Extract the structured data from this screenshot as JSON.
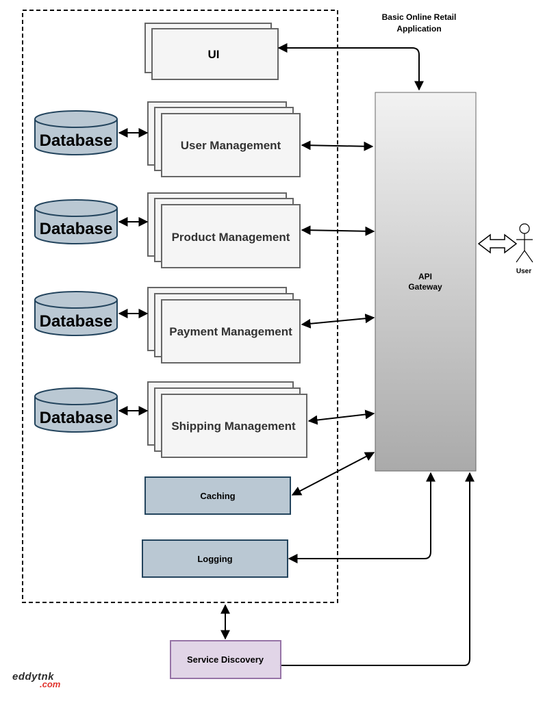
{
  "diagram": {
    "title_line1": "Basic Online Retail",
    "title_line2": "Application",
    "ui_label": "UI",
    "services": {
      "user": "User Management",
      "product": "Product Management",
      "payment": "Payment Management",
      "shipping": "Shipping Management"
    },
    "database_label": "Database",
    "caching_label": "Caching",
    "logging_label": "Logging",
    "service_discovery_label": "Service Discovery",
    "gateway_line1": "API",
    "gateway_line2": "Gateway",
    "actor_label": "User"
  },
  "logo": {
    "main": "eddytnk",
    "domain": ".com"
  },
  "colors": {
    "service_fill": "#f5f5f5",
    "service_stroke": "#666666",
    "database_fill": "#bac8d3",
    "database_stroke": "#23445d",
    "box_fill": "#bac8d3",
    "service_discovery_fill": "#e1d5e7",
    "service_discovery_stroke": "#9673a6",
    "gateway_top": "#f2f2f2",
    "gateway_bottom": "#aaaaaa"
  }
}
